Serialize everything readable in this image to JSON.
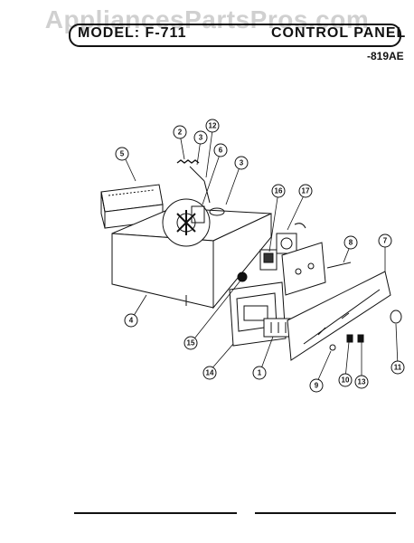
{
  "watermark": "AppliancesPartsPros.com",
  "header": {
    "model_label": "MODEL: F-711",
    "section_title": "CONTROL PANEL",
    "suffix": "-819AE"
  },
  "callouts": [
    "1",
    "2",
    "3",
    "3",
    "4",
    "5",
    "6",
    "7",
    "8",
    "9",
    "10",
    "11",
    "12",
    "13",
    "14",
    "15",
    "16",
    "17"
  ]
}
